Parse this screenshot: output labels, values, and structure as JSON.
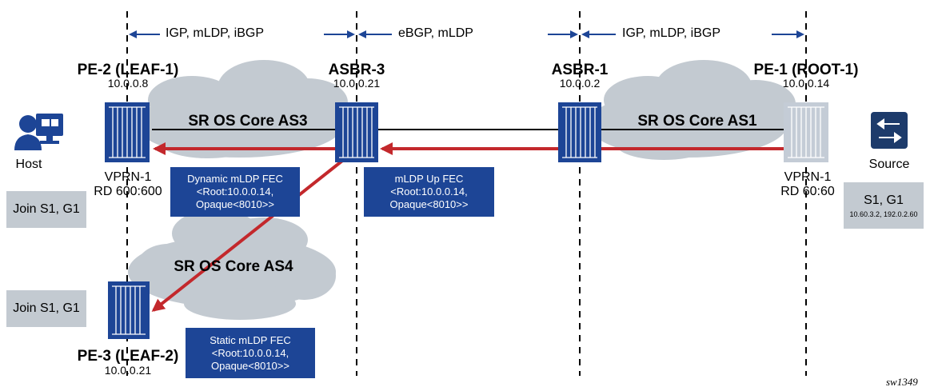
{
  "protocols": {
    "left": "IGP, mLDP, iBGP",
    "middle": "eBGP, mLDP",
    "right": "IGP, mLDP, iBGP"
  },
  "nodes": {
    "pe2": {
      "title": "PE-2 (LEAF-1)",
      "ip": "10.0.0.8",
      "vprn": "VPRN-1",
      "rd": "RD 600:600"
    },
    "asbr3": {
      "title": "ASBR-3",
      "ip": "10.0.0.21"
    },
    "asbr1": {
      "title": "ASBR-1",
      "ip": "10.0.0.2"
    },
    "pe1": {
      "title": "PE-1 (ROOT-1)",
      "ip": "10.0.0.14",
      "vprn": "VPRN-1",
      "rd": "RD 60:60"
    },
    "pe3": {
      "title": "PE-3 (LEAF-2)",
      "ip": "10.0.0.21"
    }
  },
  "clouds": {
    "as3": "SR OS Core AS3",
    "as1": "SR OS Core AS1",
    "as4": "SR OS Core AS4"
  },
  "host": {
    "label": "Host",
    "join": "Join S1, G1"
  },
  "pe3_join": "Join S1, G1",
  "source": {
    "label": "Source",
    "sg": "S1, G1",
    "addrs": "10.60.3.2, 192.0.2.60"
  },
  "fec_boxes": {
    "dynamic": [
      "Dynamic mLDP FEC",
      "<Root:10.0.0.14,",
      "Opaque<8010>>"
    ],
    "up": [
      "mLDP Up FEC",
      "<Root:10.0.0.14,",
      "Opaque<8010>>"
    ],
    "static": [
      "Static mLDP FEC",
      "<Root:10.0.0.14,",
      "Opaque<8010>>"
    ]
  },
  "figure_id": "sw1349",
  "colors": {
    "router_blue": "#1d4596",
    "router_grey": "#c4ccd6",
    "cloud": "#c3cad1",
    "arrow_red": "#c3282c",
    "fec_box": "#1d4596",
    "label_box": "#c3cad1"
  }
}
